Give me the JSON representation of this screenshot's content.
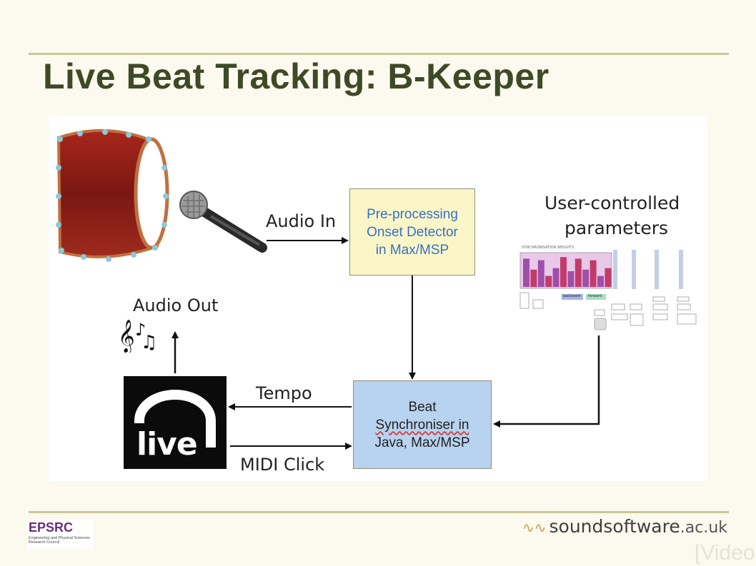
{
  "slide": {
    "title": "Live Beat Tracking: B-Keeper"
  },
  "diagram": {
    "preprocessing_box": {
      "lines": [
        "Pre-processing",
        "Onset Detector",
        "in Max/MSP"
      ]
    },
    "beat_box": {
      "lines": [
        "Beat",
        "Synchroniser in",
        "Java, Max/MSP"
      ]
    },
    "labels": {
      "audio_in": "Audio In",
      "audio_out": "Audio Out",
      "tempo": "Tempo",
      "midi_click": "MIDI Click",
      "user_params_line1": "User-controlled",
      "user_params_line2": "parameters"
    },
    "live_logo_text": "live",
    "max_patch": {
      "header": "SYNCHRONISATION WEIGHTS",
      "bar_values": [
        0.9,
        0.55,
        0.85,
        0.35,
        0.6,
        0.95,
        0.5,
        0.9,
        0.55,
        0.85,
        0.35,
        0.6
      ],
      "buttons": [
        "backward",
        "forward"
      ]
    },
    "colors": {
      "preprocessing_fill": "#fbf6c7",
      "beat_fill": "#b8d3ef",
      "preprocessing_text": "#3570c8"
    }
  },
  "footer": {
    "epsrc": "EPSRC",
    "epsrc_sub": "Engineering and Physical Sciences Research Council",
    "soundsoftware": "soundsoftware",
    "soundsoftware_tld": ".ac.uk",
    "video_watermark": "[Video"
  }
}
